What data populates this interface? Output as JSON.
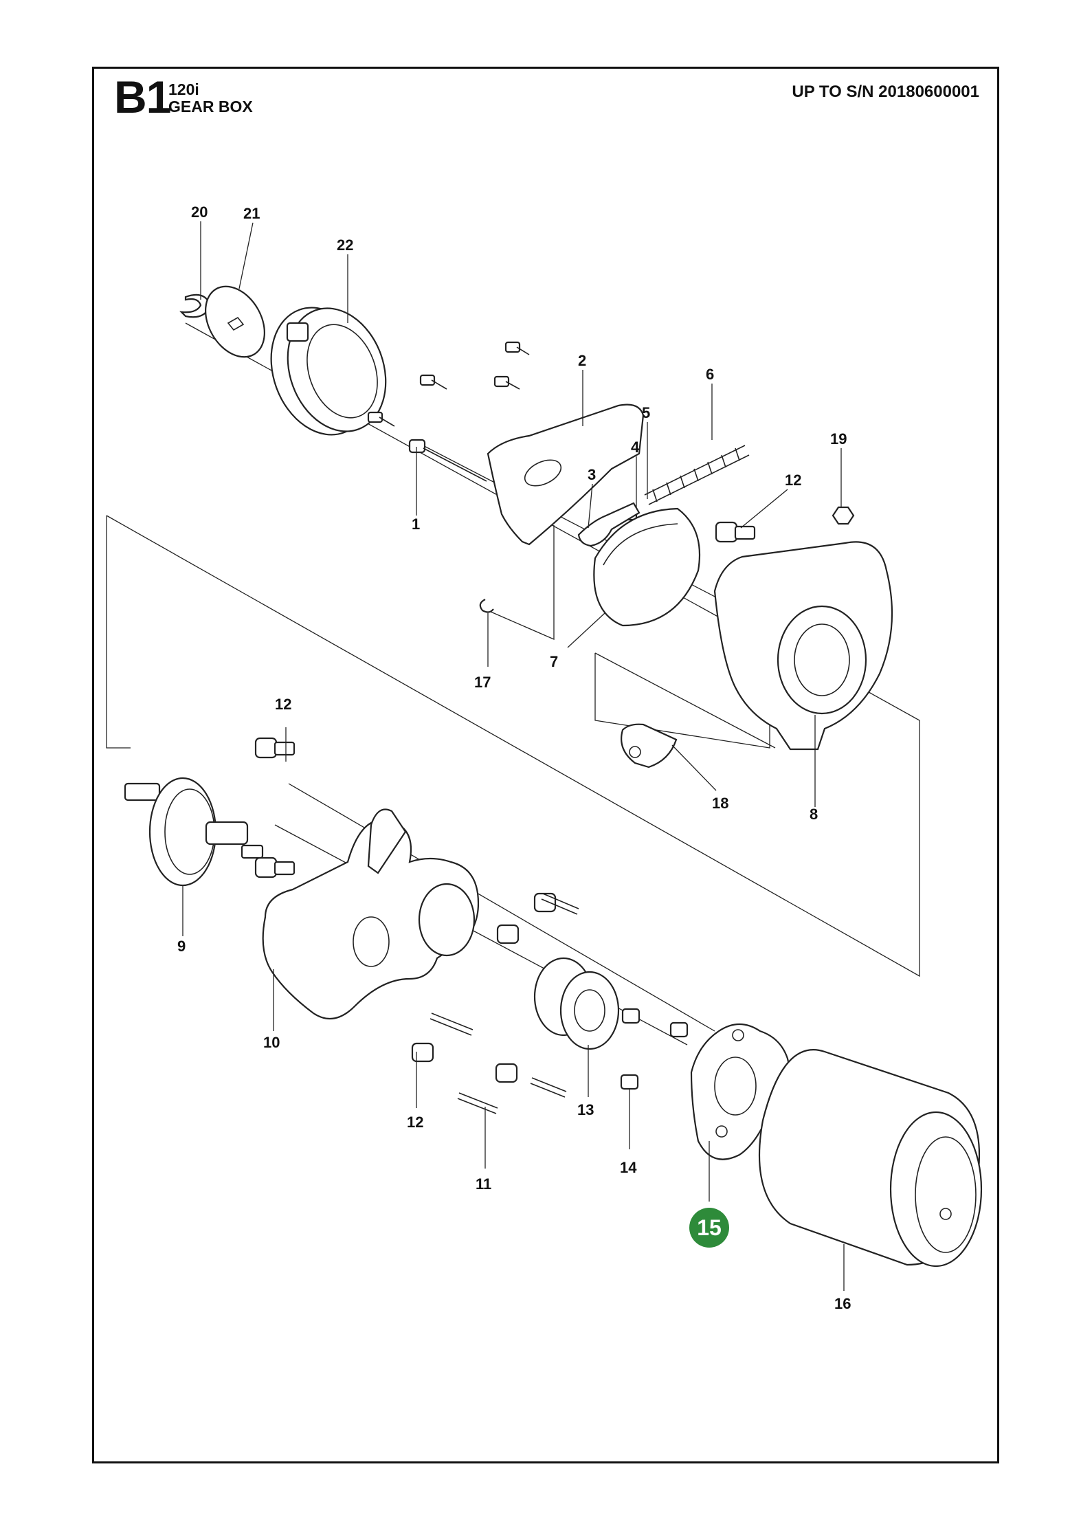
{
  "header": {
    "section": "B1",
    "model": "120i",
    "title": "GEAR BOX",
    "serial": "UP TO S/N 20180600001"
  },
  "colors": {
    "frame": "#111111",
    "line": "#222222",
    "highlight": "#2e8b3a"
  },
  "highlighted_part": "15",
  "callouts": [
    {
      "id": "20",
      "label": "20"
    },
    {
      "id": "21",
      "label": "21"
    },
    {
      "id": "22",
      "label": "22"
    },
    {
      "id": "2",
      "label": "2"
    },
    {
      "id": "6",
      "label": "6"
    },
    {
      "id": "5",
      "label": "5"
    },
    {
      "id": "4",
      "label": "4"
    },
    {
      "id": "3",
      "label": "3"
    },
    {
      "id": "19",
      "label": "19"
    },
    {
      "id": "12a",
      "label": "12"
    },
    {
      "id": "1",
      "label": "1"
    },
    {
      "id": "17",
      "label": "17"
    },
    {
      "id": "7",
      "label": "7"
    },
    {
      "id": "12b",
      "label": "12"
    },
    {
      "id": "18",
      "label": "18"
    },
    {
      "id": "8",
      "label": "8"
    },
    {
      "id": "9",
      "label": "9"
    },
    {
      "id": "10",
      "label": "10"
    },
    {
      "id": "12c",
      "label": "12"
    },
    {
      "id": "11",
      "label": "11"
    },
    {
      "id": "13",
      "label": "13"
    },
    {
      "id": "14",
      "label": "14"
    },
    {
      "id": "15",
      "label": "15"
    },
    {
      "id": "16",
      "label": "16"
    }
  ]
}
